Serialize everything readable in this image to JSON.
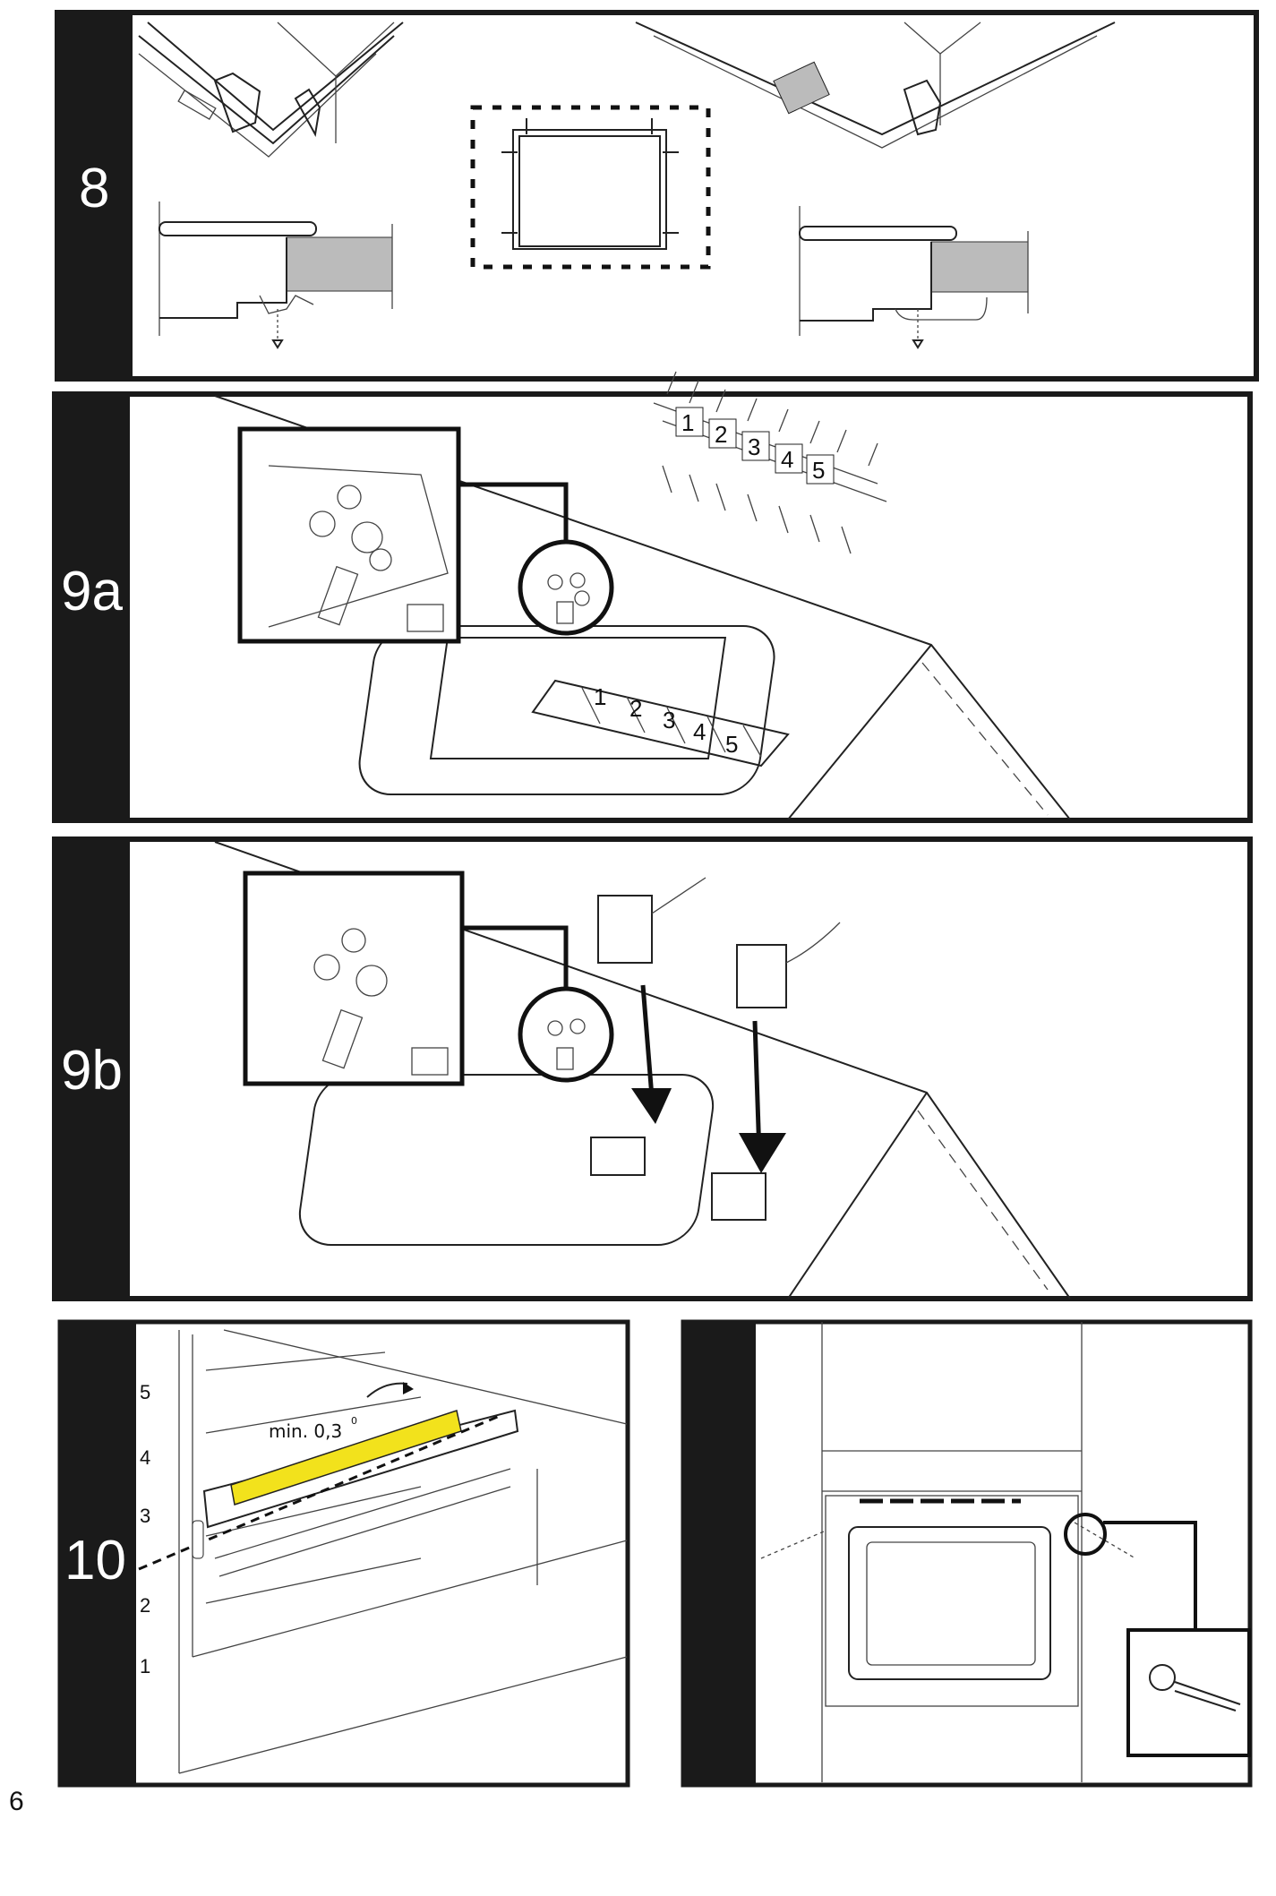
{
  "page_number": "6",
  "colors": {
    "frame": "#1a1a1a",
    "level_tool": "#f2e21c",
    "background": "#ffffff"
  },
  "steps": [
    {
      "id": "8",
      "label": "8"
    },
    {
      "id": "9a",
      "label": "9a",
      "connector_labels": [
        "1",
        "2",
        "3",
        "4",
        "5"
      ],
      "socket_labels": [
        "1",
        "2",
        "3",
        "4",
        "5"
      ]
    },
    {
      "id": "9b",
      "label": "9b"
    },
    {
      "id": "10",
      "label": "10",
      "rack_levels": [
        "5",
        "4",
        "3",
        "2",
        "1"
      ],
      "tilt_note": "min. 0,3",
      "tilt_unit": "0"
    },
    {
      "id": "11",
      "label": ""
    }
  ]
}
